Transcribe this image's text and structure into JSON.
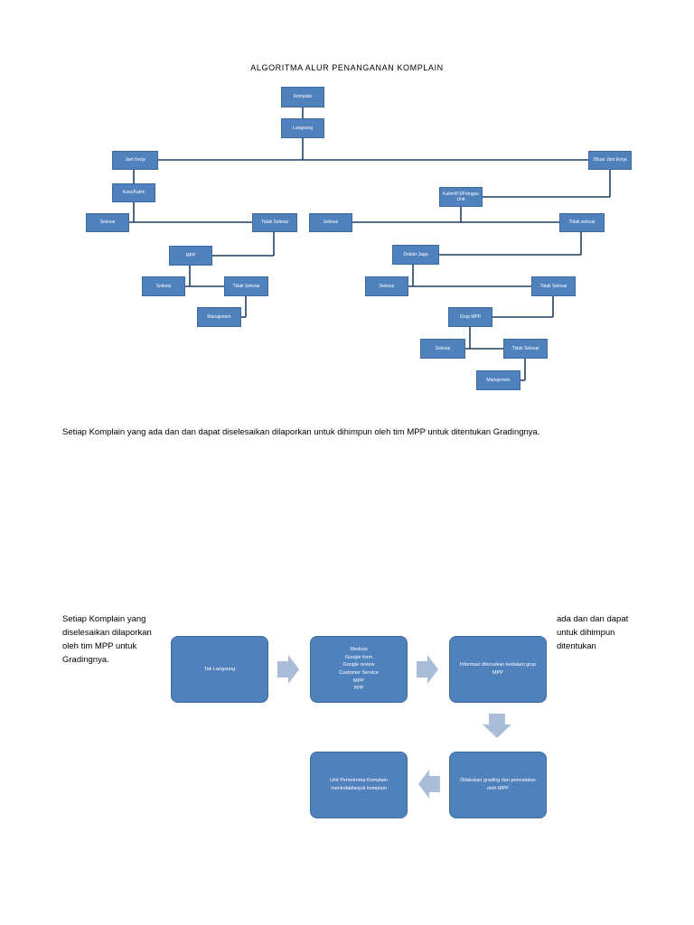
{
  "title": "ALGORITMA ALUR PENANGANAN KOMPLAIN",
  "tree": {
    "komplain": "Komplain",
    "langsung": "Langsung",
    "jam_kerja": "Jam Kerja",
    "diluar_jam_kerja": "Diluar Jam Kerja",
    "karu_katim": "Karu/Katim",
    "katim_pj_petugas": "Katim/PJ/Petugas Unit",
    "left": {
      "selesai_1": "Selesai",
      "tidak_selesai_1": "Tidak Selesai",
      "mpp": "MPP",
      "selesai_2": "Selesai",
      "tidak_selesai_2": "Tidak Selesai",
      "manajemen": "Manajemen"
    },
    "right": {
      "selesai_1": "Selesai",
      "tidak_selesai_1": "Tidak selesai",
      "dokter_jaga": "Dokter Jaga",
      "selesai_2": "Selesai",
      "tidak_selesai_2": "Tidak Selesai",
      "grup_mpp": "Grup MPP",
      "selesai_3": "Selesai",
      "tidak_selesai_3": "Tidak Selesai",
      "manajemen": "Manajemen"
    }
  },
  "paragraph_1": "Setiap Komplain yang ada dan dan dapat diselesaikan dilaporkan untuk dihimpun oleh tim MPP untuk ditentukan Gradingnya.",
  "paragraph_2_left": [
    "Setiap Komplain yang",
    "diselesaikan dilaporkan",
    "oleh tim MPP untuk",
    "Gradingnya."
  ],
  "paragraph_2_right": [
    "ada dan dan dapat",
    "untuk dihimpun",
    "ditentukan"
  ],
  "flow": {
    "tak_langsung": "Tak Langsung",
    "media": [
      "Medsos",
      "Google form",
      "Google review",
      "Customer Service",
      "MPP",
      "PPP"
    ],
    "informasi": "Informasi diteruskan kedalam grup MPP",
    "grading": "Dilakukan grading dan pencatatan oleh MPP",
    "unit_penerima": "Unit Penerimma Komplain menindaklanjuti komplain"
  },
  "colors": {
    "box_fill": "#4f81bd",
    "box_border": "#3b6a9f",
    "connector": "#1f3f66",
    "flow_arrow": "#a9bcd8"
  }
}
